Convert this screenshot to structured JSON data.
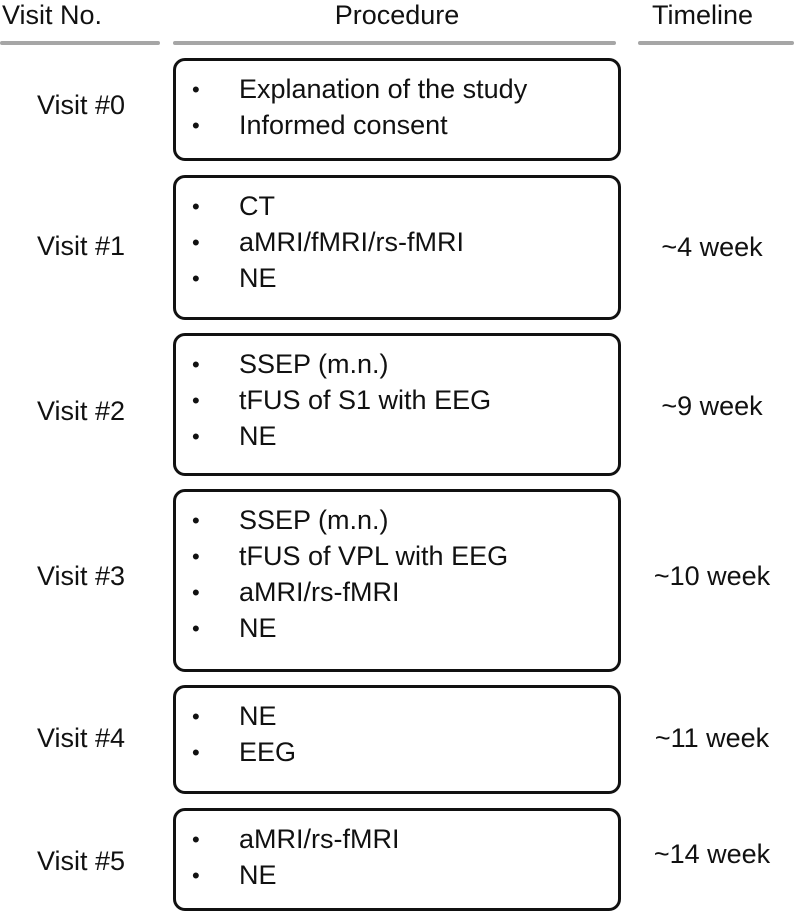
{
  "headers": {
    "visit": "Visit No.",
    "procedure": "Procedure",
    "timeline": "Timeline"
  },
  "bullet_char": "•",
  "visits": [
    {
      "label": "Visit #0",
      "timeline": "",
      "items": [
        "Explanation of the study",
        "Informed consent"
      ]
    },
    {
      "label": "Visit #1",
      "timeline": "~4 week",
      "items": [
        "CT",
        "aMRI/fMRI/rs-fMRI",
        "NE"
      ]
    },
    {
      "label": "Visit #2",
      "timeline": "~9 week",
      "items": [
        "SSEP (m.n.)",
        "tFUS of S1 with EEG",
        "NE"
      ]
    },
    {
      "label": "Visit #3",
      "timeline": "~10 week",
      "items": [
        "SSEP (m.n.)",
        "tFUS of VPL with EEG",
        "aMRI/rs-fMRI",
        "NE"
      ]
    },
    {
      "label": "Visit #4",
      "timeline": "~11 week",
      "items": [
        "NE",
        "EEG"
      ]
    },
    {
      "label": "Visit #5",
      "timeline": "~14 week",
      "items": [
        "aMRI/rs-fMRI",
        "NE"
      ]
    }
  ]
}
